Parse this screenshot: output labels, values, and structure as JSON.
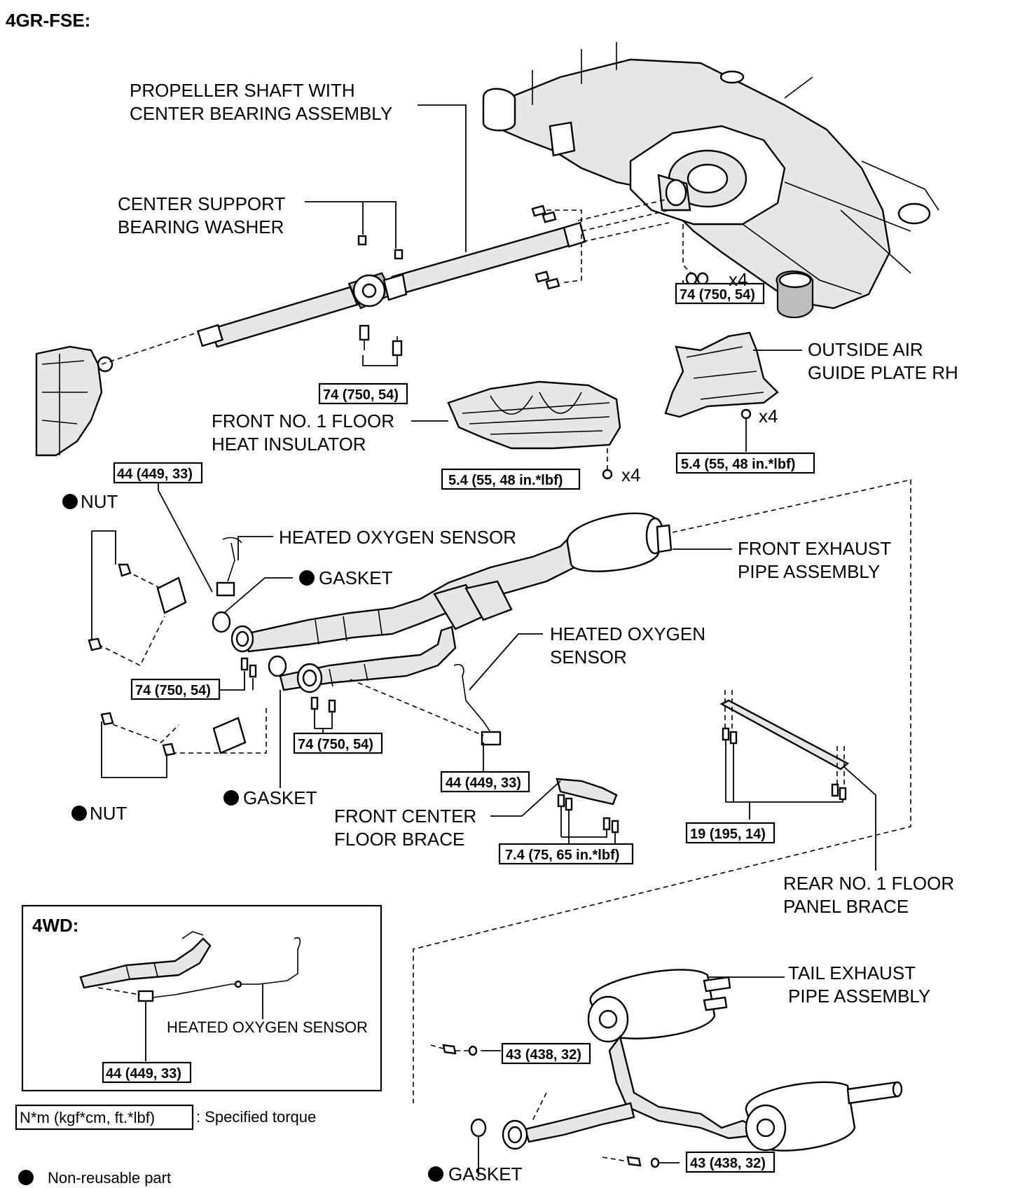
{
  "title": "4GR-FSE:",
  "labels": {
    "propeller_shaft": [
      "PROPELLER SHAFT WITH",
      "CENTER BEARING ASSEMBLY"
    ],
    "center_support_washer": [
      "CENTER SUPPORT",
      "BEARING WASHER"
    ],
    "outside_air_guide": [
      "OUTSIDE AIR",
      "GUIDE PLATE RH"
    ],
    "front_floor_insulator": [
      "FRONT NO. 1 FLOOR",
      "HEAT INSULATOR"
    ],
    "nut_top": "NUT",
    "heated_o2_sensor_1": "HEATED OXYGEN SENSOR",
    "gasket_top": "GASKET",
    "front_exhaust_pipe": [
      "FRONT EXHAUST",
      "PIPE ASSEMBLY"
    ],
    "heated_o2_sensor_2": [
      "HEATED OXYGEN",
      "SENSOR"
    ],
    "nut_bottom": "NUT",
    "gasket_mid": "GASKET",
    "front_center_brace": [
      "FRONT CENTER",
      "FLOOR BRACE"
    ],
    "rear_floor_brace": [
      "REAR NO. 1 FLOOR",
      "PANEL BRACE"
    ],
    "tail_exhaust_pipe": [
      "TAIL EXHAUST",
      "PIPE ASSEMBLY"
    ],
    "gasket_bottom": "GASKET"
  },
  "quantities": {
    "q1": "x4",
    "q2": "x4",
    "q3": "x4"
  },
  "torques": {
    "t_prop_rear": "74 (750, 54)",
    "t_prop_center": "74 (750, 54)",
    "t_air_guide": "5.4 (55, 48 in.*lbf)",
    "t_insulator": "5.4 (55, 48 in.*lbf)",
    "t_o2_upper": "44 (449, 33)",
    "t_flange_left": "74 (750, 54)",
    "t_flange_mid": "74 (750, 54)",
    "t_o2_lower": "44 (449, 33)",
    "t_center_brace": "7.4 (75, 65 in.*lbf)",
    "t_rear_brace": "19 (195, 14)",
    "t_tail_upper": "43 (438, 32)",
    "t_tail_lower": "43 (438, 32)"
  },
  "inset": {
    "title": "4WD:",
    "sensor_label": "HEATED OXYGEN SENSOR",
    "torque": "44 (449, 33)"
  },
  "legend": {
    "torque_unit": "N*m (kgf*cm, ft.*lbf)",
    "torque_desc": ": Specified torque",
    "nonreusable": "Non-reusable part"
  }
}
